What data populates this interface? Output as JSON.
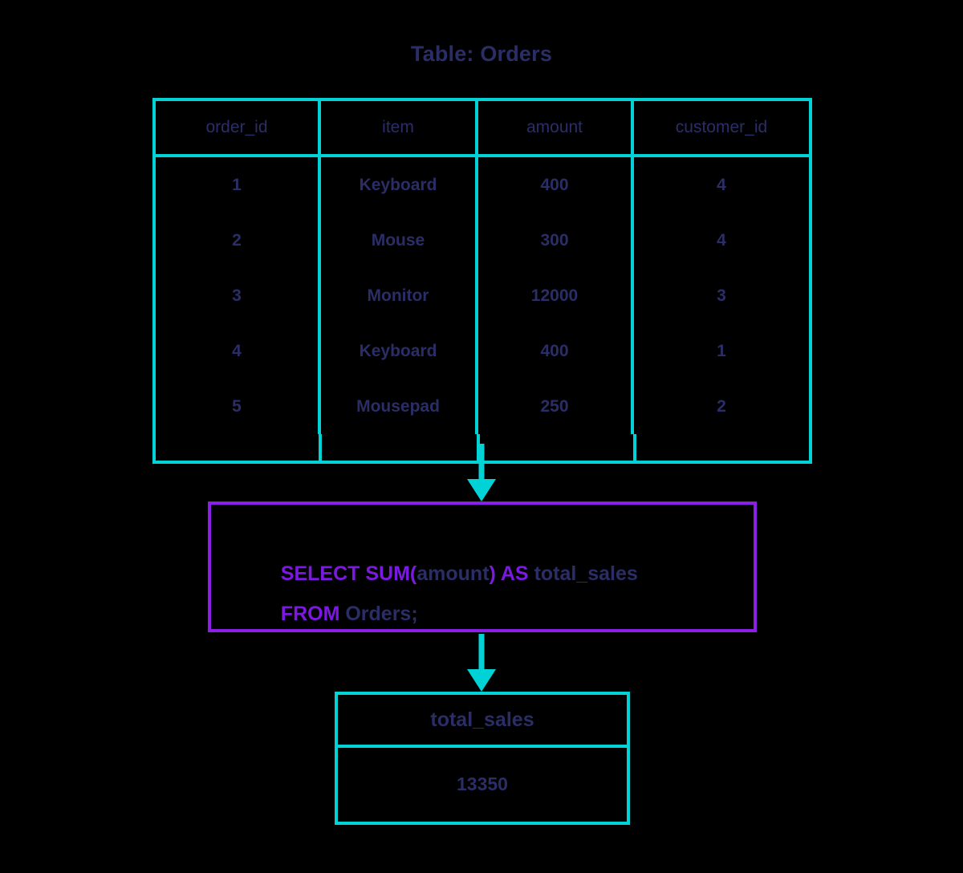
{
  "title": "Table: Orders",
  "colors": {
    "background": "#000000",
    "table_border": "#00d2d6",
    "query_border": "#8b1fe8",
    "text_navy": "#2b2e66",
    "keyword_purple": "#7b19e0",
    "arrow": "#00d2d6"
  },
  "source_table": {
    "name": "Orders",
    "columns": [
      "order_id",
      "item",
      "amount",
      "customer_id"
    ],
    "rows": [
      [
        "1",
        "Keyboard",
        "400",
        "4"
      ],
      [
        "2",
        "Mouse",
        "300",
        "4"
      ],
      [
        "3",
        "Monitor",
        "12000",
        "3"
      ],
      [
        "4",
        "Keyboard",
        "400",
        "1"
      ],
      [
        "5",
        "Mousepad",
        "250",
        "2"
      ]
    ]
  },
  "query": {
    "line1": {
      "kw1": "SELECT SUM(",
      "id1": "amount",
      "kw2": ") AS ",
      "id2": "total_sales"
    },
    "line2": {
      "kw1": "FROM ",
      "id1": "Orders;"
    },
    "full_text": "SELECT SUM(amount) AS total_sales FROM Orders;"
  },
  "result_table": {
    "columns": [
      "total_sales"
    ],
    "rows": [
      [
        "13350"
      ]
    ]
  },
  "arrows": [
    {
      "name": "arrow-table-to-query",
      "from": "source-table",
      "to": "query-box"
    },
    {
      "name": "arrow-query-to-result",
      "from": "query-box",
      "to": "result-table"
    }
  ]
}
